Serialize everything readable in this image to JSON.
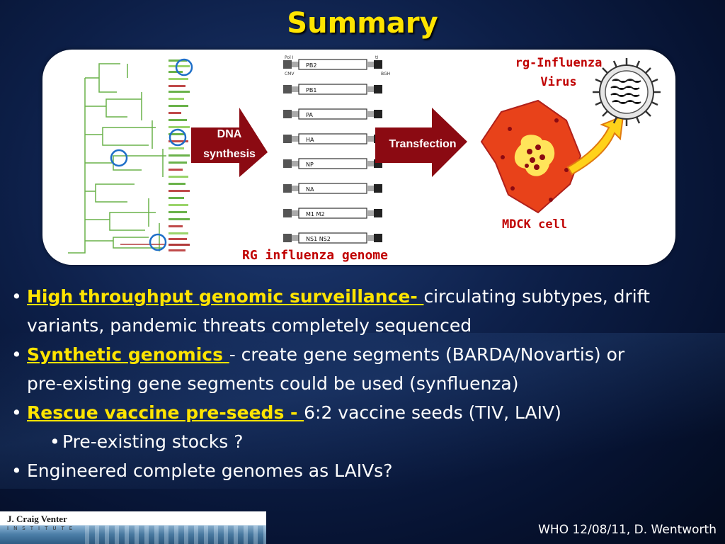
{
  "title": "Summary",
  "diagram": {
    "virus_label_line1": "rg-Influenza",
    "virus_label_line2": "Virus",
    "arrow1_line1": "DNA",
    "arrow1_line2": "synthesis",
    "arrow2": "Transfection",
    "genome_caption": "RG influenza genome",
    "cell_caption": "MDCK cell",
    "plasmids": [
      "PB2",
      "PB1",
      "PA",
      "HA",
      "NP",
      "NA",
      "M1  M2",
      "NS1 NS2"
    ],
    "plasmid_small_labels": {
      "left_top": "Pol I",
      "left_mid": "CMV",
      "right_top": "tI",
      "right_mid": "BGH"
    }
  },
  "bullets": [
    {
      "highlight": "High throughput genomic surveillance- ",
      "text_line1": "circulating subtypes, drift",
      "text_line2": "variants,  pandemic threats  completely sequenced"
    },
    {
      "highlight": "Synthetic genomics ",
      "text_line1": " -  create gene segments (BARDA/Novartis) or",
      "text_line2": "pre-existing gene segments could be used (synfluenza)"
    },
    {
      "highlight": "Rescue vaccine pre-seeds - ",
      "text_line1": "6:2 vaccine seeds (TIV, LAIV)"
    },
    {
      "sub": "Pre-existing stocks ?"
    },
    {
      "text": "Engineered complete genomes as LAIVs?"
    }
  ],
  "footer": {
    "logo_name": "J. Craig Venter",
    "logo_sub": "INSTITUTE",
    "credit": "WHO 12/08/11, D. Wentworth"
  },
  "colors": {
    "title": "#ffe400",
    "highlight": "#ffe400",
    "arrow": "#8b0a12",
    "caption": "#c00000"
  }
}
